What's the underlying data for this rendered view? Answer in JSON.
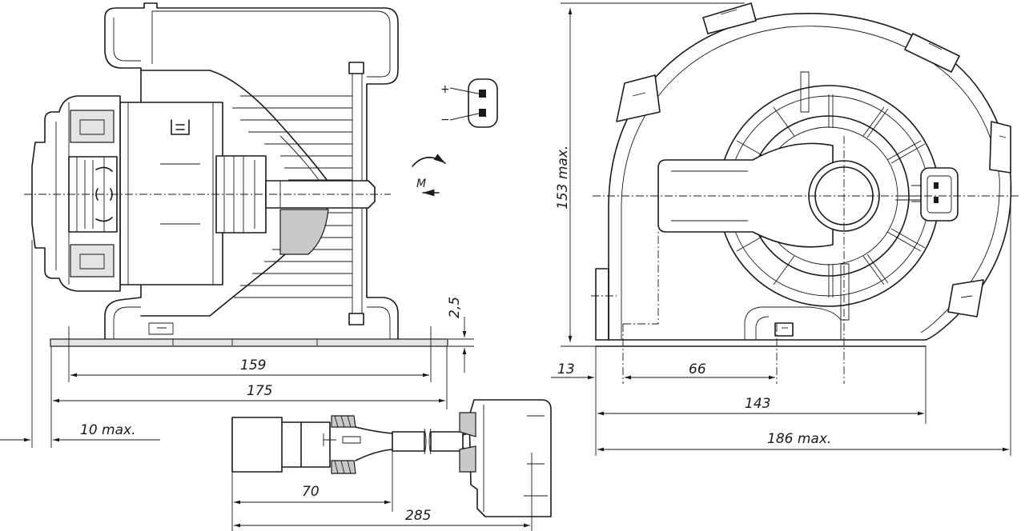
{
  "dimensions": {
    "d159": "159",
    "d175": "175",
    "d10max": "10 max.",
    "d2_5": "2,5",
    "d70": "70",
    "d285": "285",
    "d153max": "153 max.",
    "d13": "13",
    "d66": "66",
    "d143": "143",
    "d186max": "186 max."
  },
  "symbols": {
    "rotation": "M",
    "plus": "+",
    "minus": "−"
  }
}
